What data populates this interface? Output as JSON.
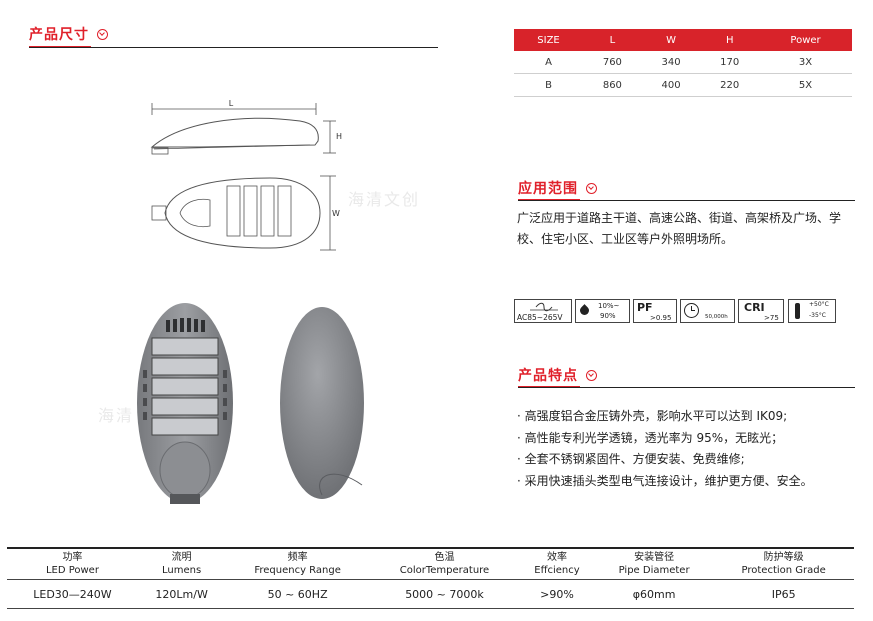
{
  "sections": {
    "size_title": "产品尺寸",
    "application_title": "应用范围",
    "features_title": "产品特点"
  },
  "size_table": {
    "headers": [
      "SIZE",
      "L",
      "W",
      "H",
      "Power"
    ],
    "rows": [
      [
        "A",
        "760",
        "340",
        "170",
        "3X"
      ],
      [
        "B",
        "860",
        "400",
        "220",
        "5X"
      ]
    ]
  },
  "drawing_labels": {
    "length": "L",
    "height": "H",
    "width": "W"
  },
  "application_text": "广泛应用于道路主干道、高速公路、街道、高架桥及广场、学校、住宅小区、工业区等户外照明场所。",
  "spec_icons": {
    "voltage": "AC85~265V",
    "humidity_top": "10%~",
    "humidity_bottom": "90%",
    "pf_title": "PF",
    "pf_value": ">0.95",
    "life_value": "50,000h",
    "cri_title": "CRI",
    "cri_value": ">75",
    "temp_high": "+50°C",
    "temp_low": "-35°C"
  },
  "features": [
    "· 高强度铝合金压铸外壳，影响水平可以达到 IK09;",
    "· 高性能专利光学透镜，透光率为 95%，无眩光；",
    "· 全套不锈钢紧固件、方便安装、免费维修;",
    "· 采用快速插头类型电气连接设计，维护更方便、安全。"
  ],
  "params_table": {
    "headers": [
      {
        "cn": "功率",
        "en": "LED Power"
      },
      {
        "cn": "流明",
        "en": "Lumens"
      },
      {
        "cn": "频率",
        "en": "Frequency Range"
      },
      {
        "cn": "色温",
        "en": "ColorTemperature"
      },
      {
        "cn": "效率",
        "en": "Effciency"
      },
      {
        "cn": "安装管径",
        "en": "Pipe Diameter"
      },
      {
        "cn": "防护等级",
        "en": "Protection Grade"
      }
    ],
    "values": [
      "LED30—240W",
      "120Lm/W",
      "50 ~ 60HZ",
      "5000 ~ 7000k",
      ">90%",
      "φ60mm",
      "IP65"
    ]
  },
  "watermark": "海清文创",
  "colors": {
    "accent": "#d8232a",
    "lamp_body": "#8a8c90",
    "lamp_dark": "#6a6c70"
  }
}
